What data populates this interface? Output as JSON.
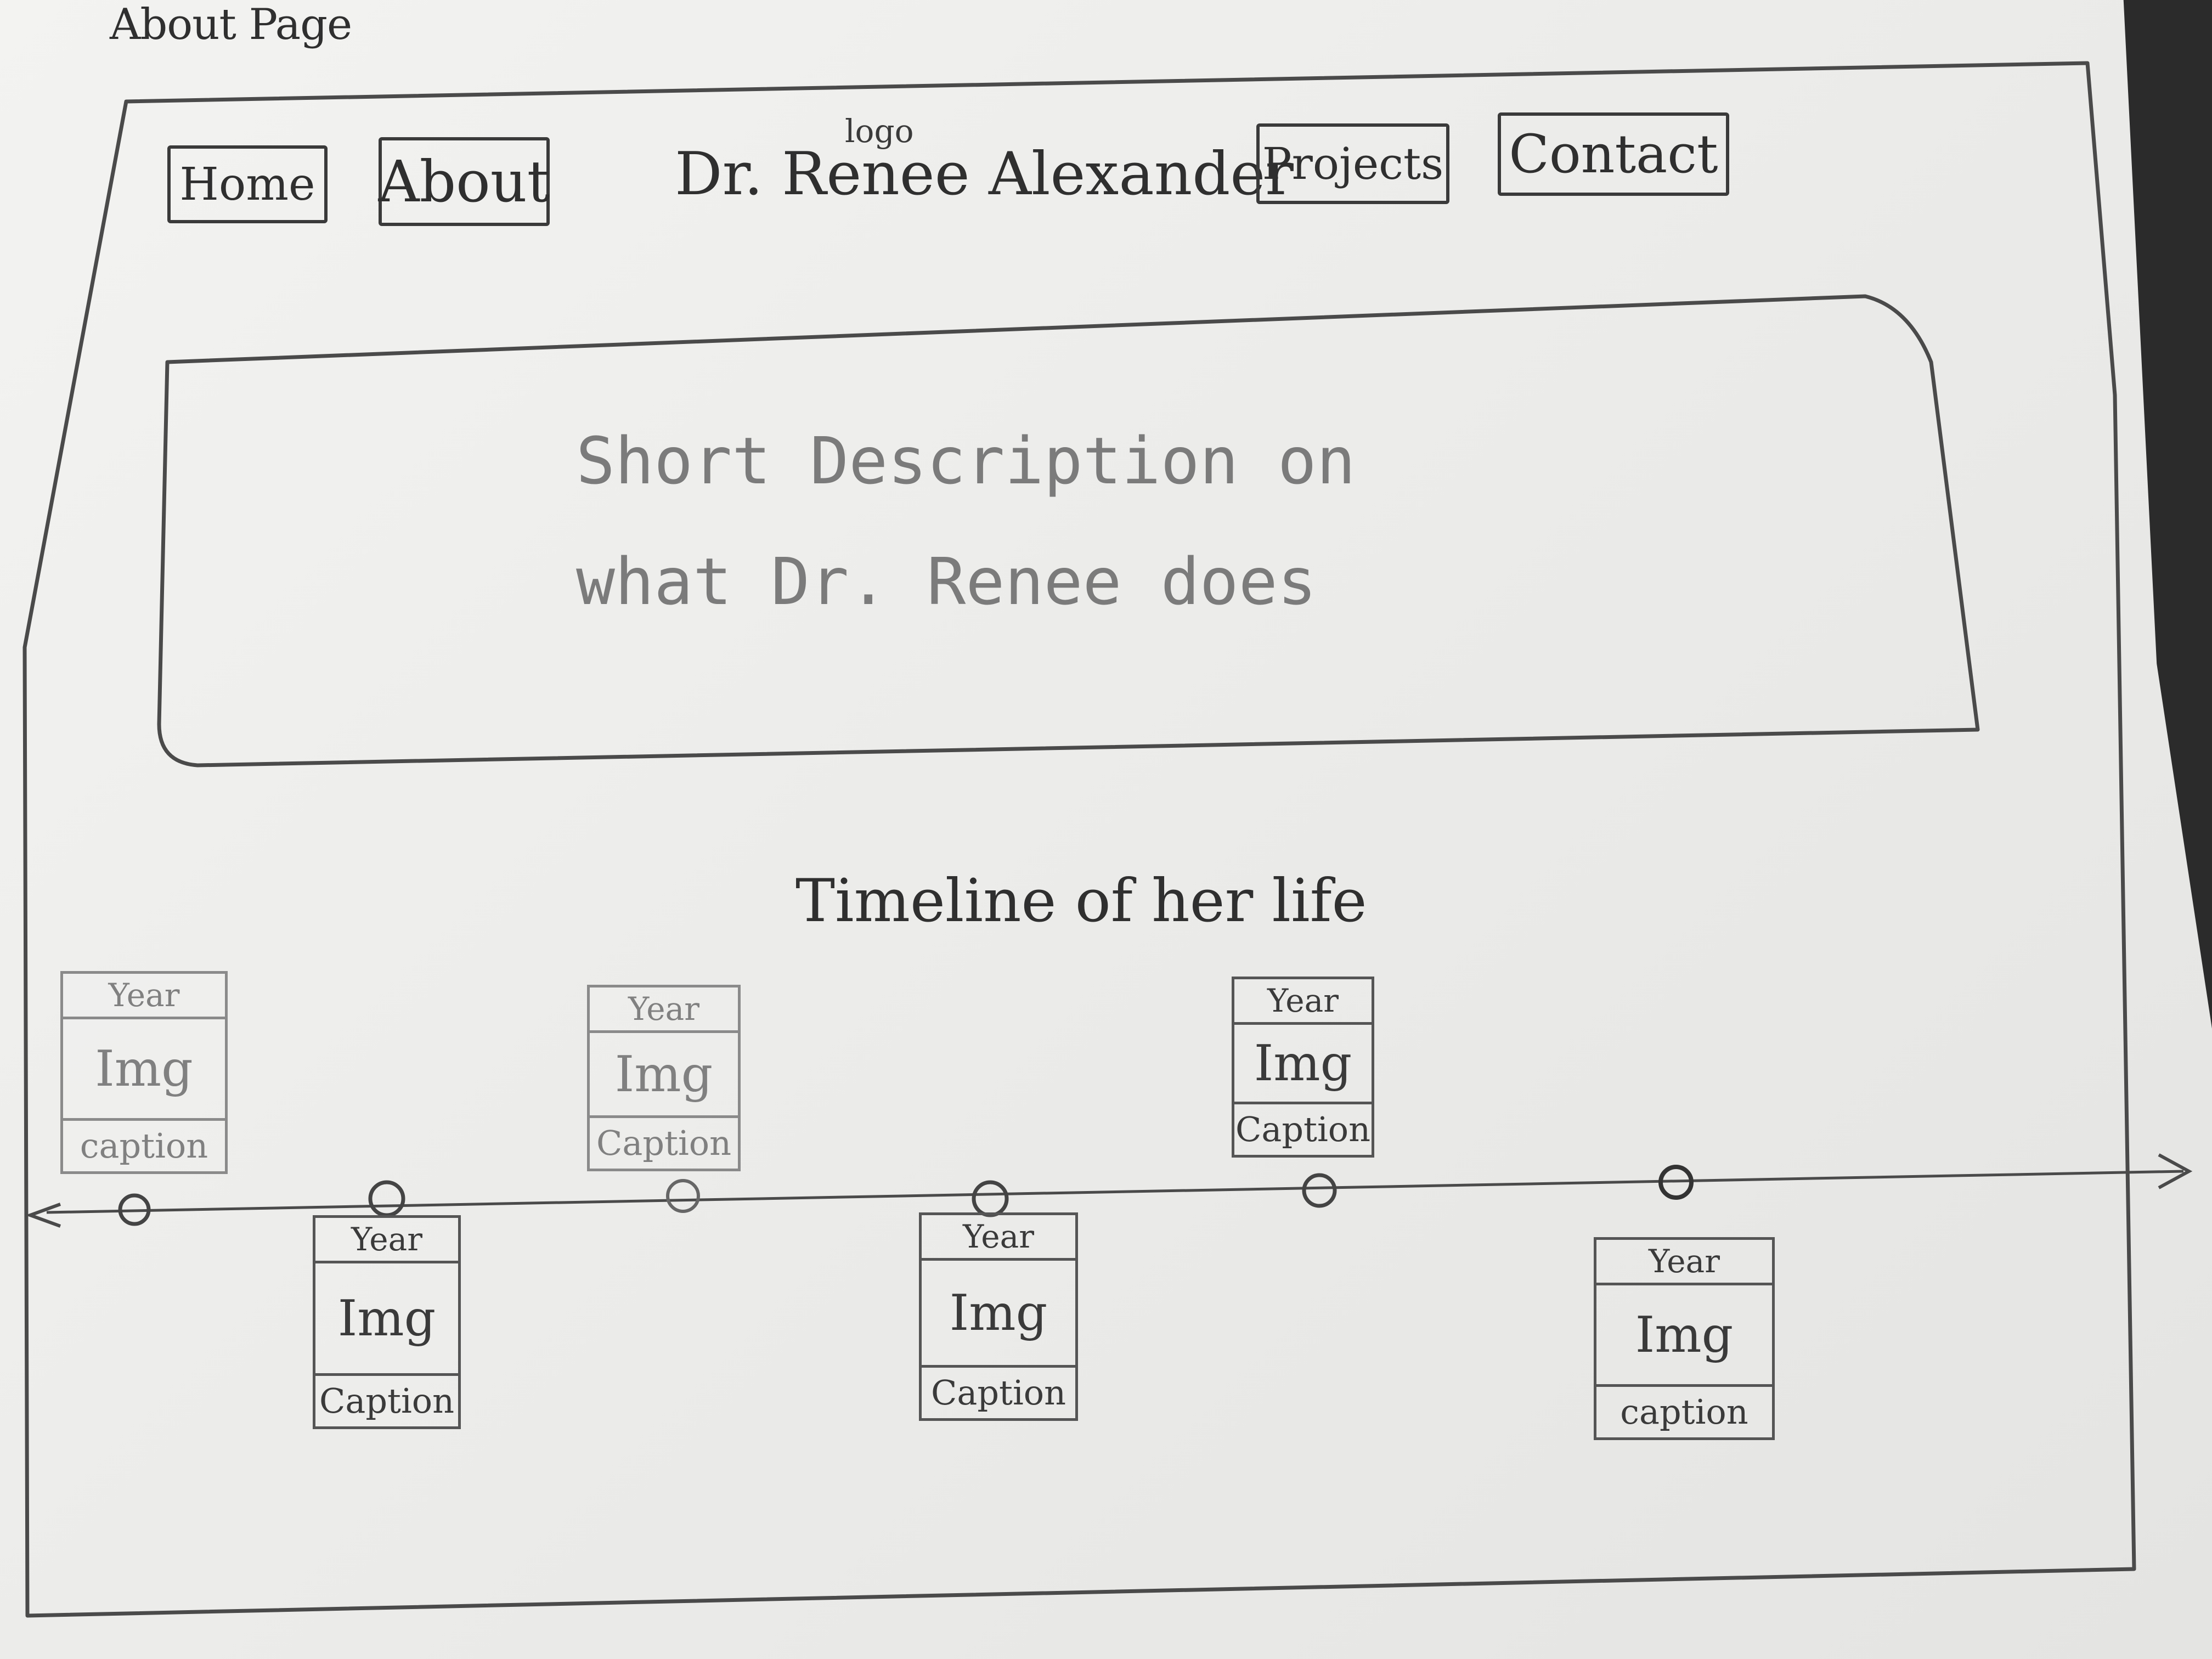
{
  "page_caption": "About Page",
  "nav": {
    "home_label": "Home",
    "about_label": "About",
    "projects_label": "Projects",
    "contact_label": "Contact"
  },
  "brand": {
    "logo_note": "logo",
    "name": "Dr. Renee Alexander"
  },
  "hero": {
    "line1": "Short Description on",
    "line2": "what Dr. Renee does"
  },
  "timeline": {
    "title": "Timeline of her life",
    "cards": [
      {
        "year": "Year",
        "img": "Img",
        "caption": "caption"
      },
      {
        "year": "Year",
        "img": "Img",
        "caption": "Caption"
      },
      {
        "year": "Year",
        "img": "Img",
        "caption": "Caption"
      },
      {
        "year": "Year",
        "img": "Img",
        "caption": "Caption"
      },
      {
        "year": "Year",
        "img": "Img",
        "caption": "Caption"
      },
      {
        "year": "Year",
        "img": "Img",
        "caption": "caption"
      }
    ]
  }
}
